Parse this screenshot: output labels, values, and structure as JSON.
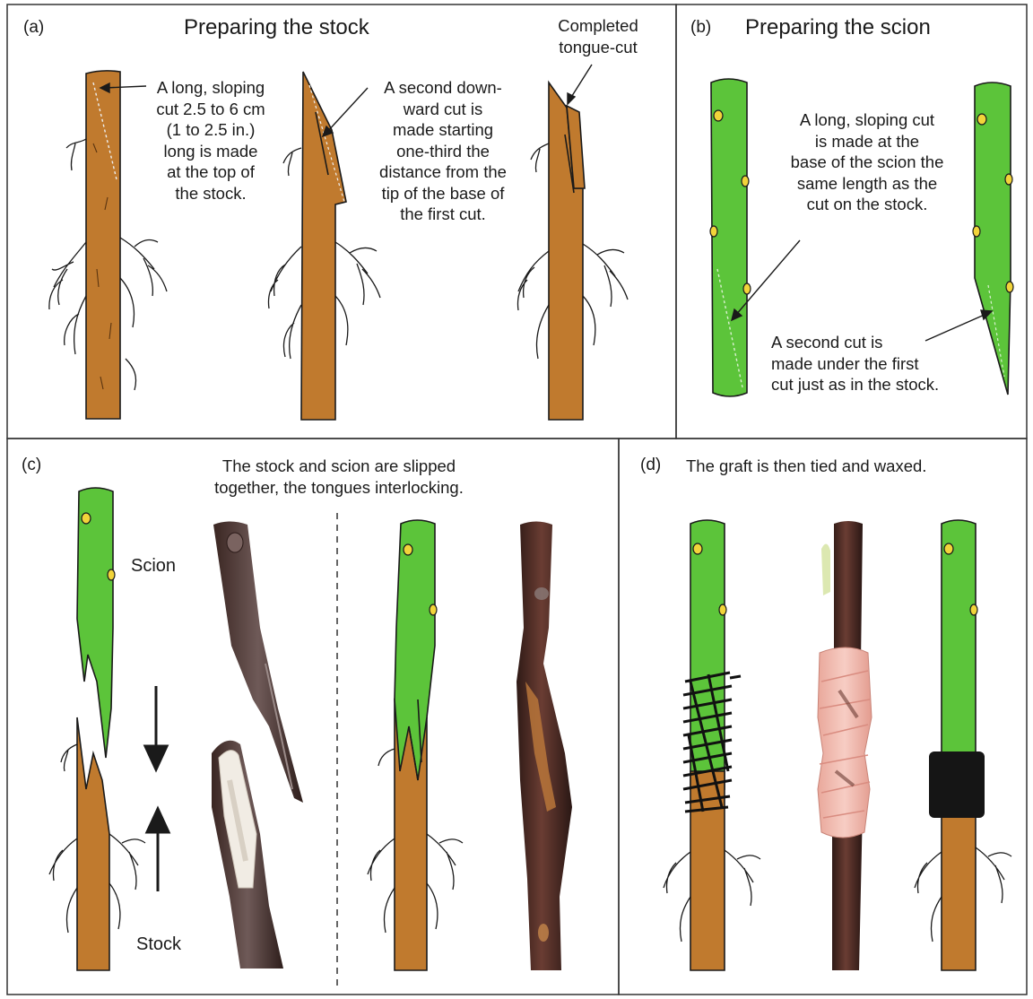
{
  "panels": {
    "a": {
      "letter": "(a)",
      "title": "Preparing the stock",
      "annotation_first_cut": "A long, sloping\ncut 2.5 to 6 cm\n(1 to 2.5 in.)\nlong is made\nat the top of\nthe stock.",
      "annotation_second_cut": "A second down-\nward cut is\nmade starting\none-third the\ndistance from the\ntip of the base of\nthe first cut.",
      "annotation_completed": "Completed\ntongue-cut"
    },
    "b": {
      "letter": "(b)",
      "title": "Preparing the scion",
      "annotation_first_cut": "A long, sloping cut\nis made at the\nbase of the scion the\nsame length as the\ncut on the stock.",
      "annotation_second_cut": "A second cut is\nmade under the first\ncut just as in the stock."
    },
    "c": {
      "letter": "(c)",
      "caption": "The stock and scion are slipped\ntogether, the tongues interlocking.",
      "label_scion": "Scion",
      "label_stock": "Stock"
    },
    "d": {
      "letter": "(d)",
      "caption": "The graft is then tied and waxed."
    }
  },
  "colors": {
    "stock_brown": "#c07a2e",
    "scion_green": "#5cc43a",
    "bark_dark": "#4a2a24",
    "wrap_pink": "#f2b8ac",
    "wax_black": "#151515",
    "bud_yellow": "#f2d43a",
    "outline": "#1a1a1a"
  }
}
